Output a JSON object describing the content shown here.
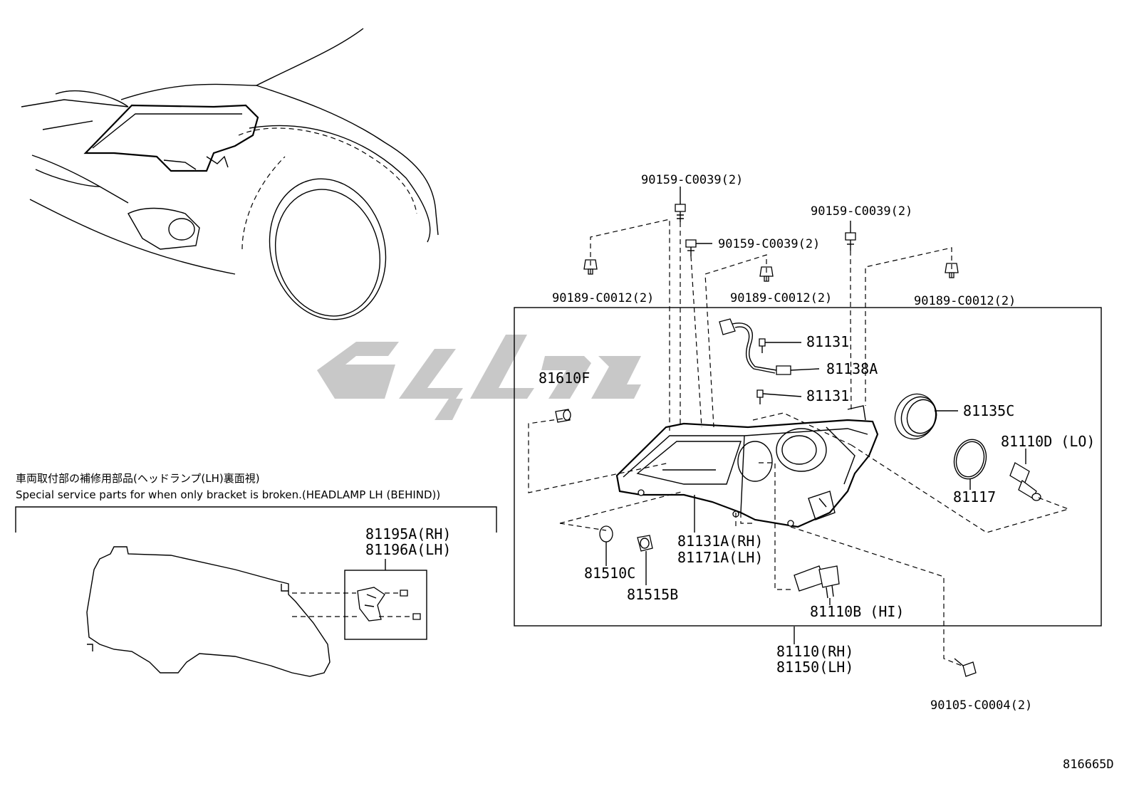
{
  "labels": {
    "p90159_a": "90159-C0039(2)",
    "p90159_b": "90159-C0039(2)",
    "p90159_c": "90159-C0039(2)",
    "p90189_a": "90189-C0012(2)",
    "p90189_b": "90189-C0012(2)",
    "p90189_c": "90189-C0012(2)",
    "p81131_a": "81131",
    "p81138a": "81138A",
    "p81131_b": "81131",
    "p81610f": "81610F",
    "p81135c": "81135C",
    "p81110d": "81110D (LO)",
    "p81117": "81117",
    "p81131a_rh": "81131A(RH)",
    "p81171a_lh": "81171A(LH)",
    "p81510c": "81510C",
    "p81515b": "81515B",
    "p81110b": "81110B (HI)",
    "p81110_rh": "81110(RH)",
    "p81150_lh": "81150(LH)",
    "p90105": "90105-C0004(2)",
    "p81195a": "81195A(RH)",
    "p81196a": "81196A(LH)"
  },
  "note": {
    "japanese": "車両取付部の補修用部品(ヘッドランプ(LH)裏面視)",
    "english": "Special service parts for when only bracket is broken.(HEADLAMP LH (BEHIND))"
  },
  "diagram_code": "816665D",
  "colors": {
    "line": "#000000",
    "background": "#ffffff",
    "watermark": "#9a9a9a"
  }
}
